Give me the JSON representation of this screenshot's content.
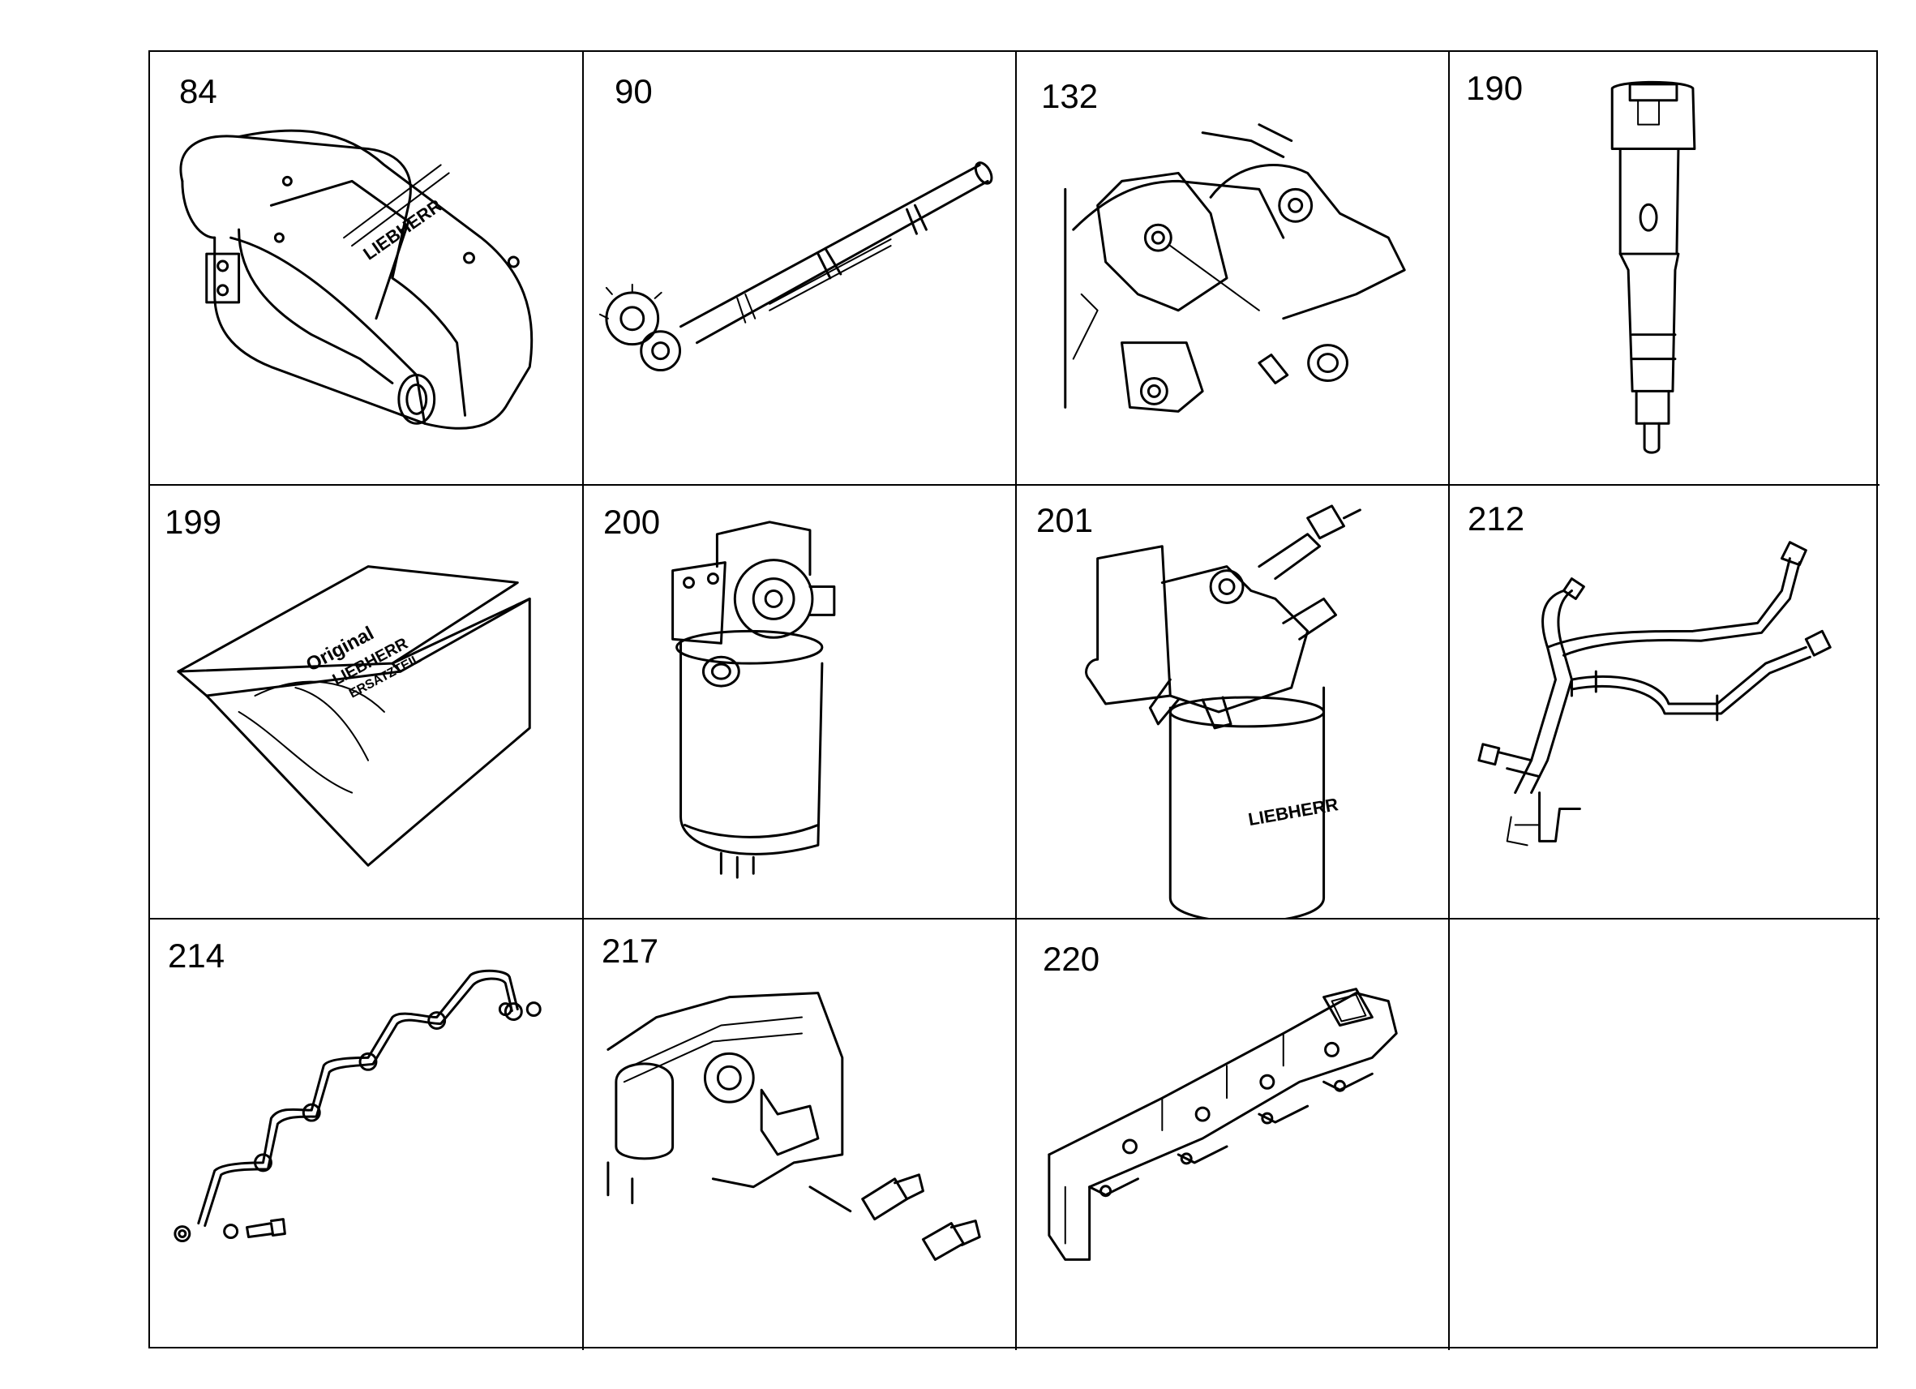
{
  "parts": [
    {
      "number": "84",
      "icon": "intake-manifold-icon"
    },
    {
      "number": "90",
      "icon": "balancer-shaft-icon"
    },
    {
      "number": "132",
      "icon": "drain-plug-icon"
    },
    {
      "number": "190",
      "icon": "injector-icon"
    },
    {
      "number": "199",
      "icon": "parts-kit-box-icon"
    },
    {
      "number": "200",
      "icon": "fuel-filter-icon"
    },
    {
      "number": "201",
      "icon": "fuel-filter-assembly-icon"
    },
    {
      "number": "212",
      "icon": "fuel-line-icon"
    },
    {
      "number": "214",
      "icon": "injection-line-set-icon"
    },
    {
      "number": "217",
      "icon": "fitting-connector-icon"
    },
    {
      "number": "220",
      "icon": "exhaust-manifold-icon"
    },
    {
      "number": "",
      "icon": ""
    }
  ],
  "brand_lettering": "LIEBHERR",
  "kit_lettering": [
    "Original",
    "LIEBHERR",
    "ERSATZTEIL"
  ]
}
